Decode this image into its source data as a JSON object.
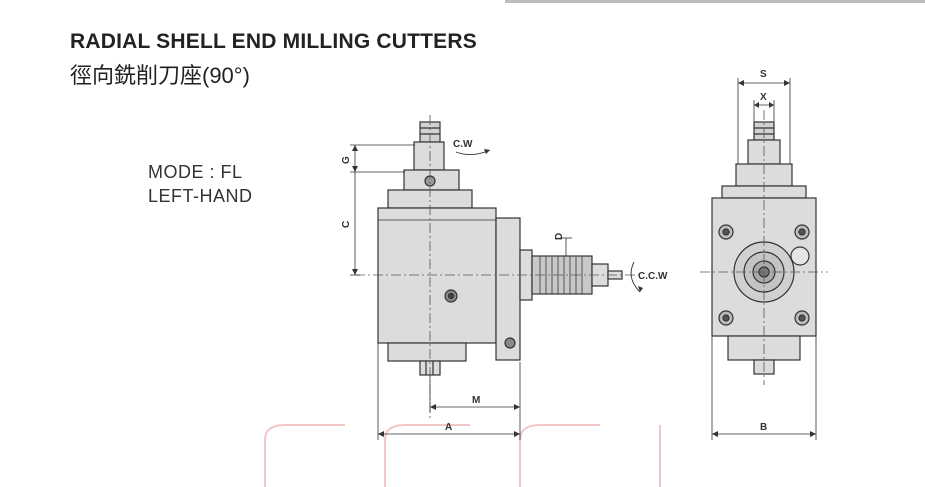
{
  "title_en": "RADIAL SHELL END MILLING CUTTERS",
  "title_zh": "徑向銑削刀座(90°)",
  "mode_line1": "MODE : FL",
  "mode_line2": "LEFT-HAND",
  "rotation": {
    "cw": "C.W",
    "ccw": "C.C.W"
  },
  "dimensions": {
    "s": "S",
    "x": "X",
    "g": "G",
    "c": "C",
    "d": "D",
    "m": "M",
    "a": "A",
    "b": "B"
  },
  "colors": {
    "body": "#dcdcdc",
    "line": "#333333",
    "watermark": "#f3c6c6"
  }
}
